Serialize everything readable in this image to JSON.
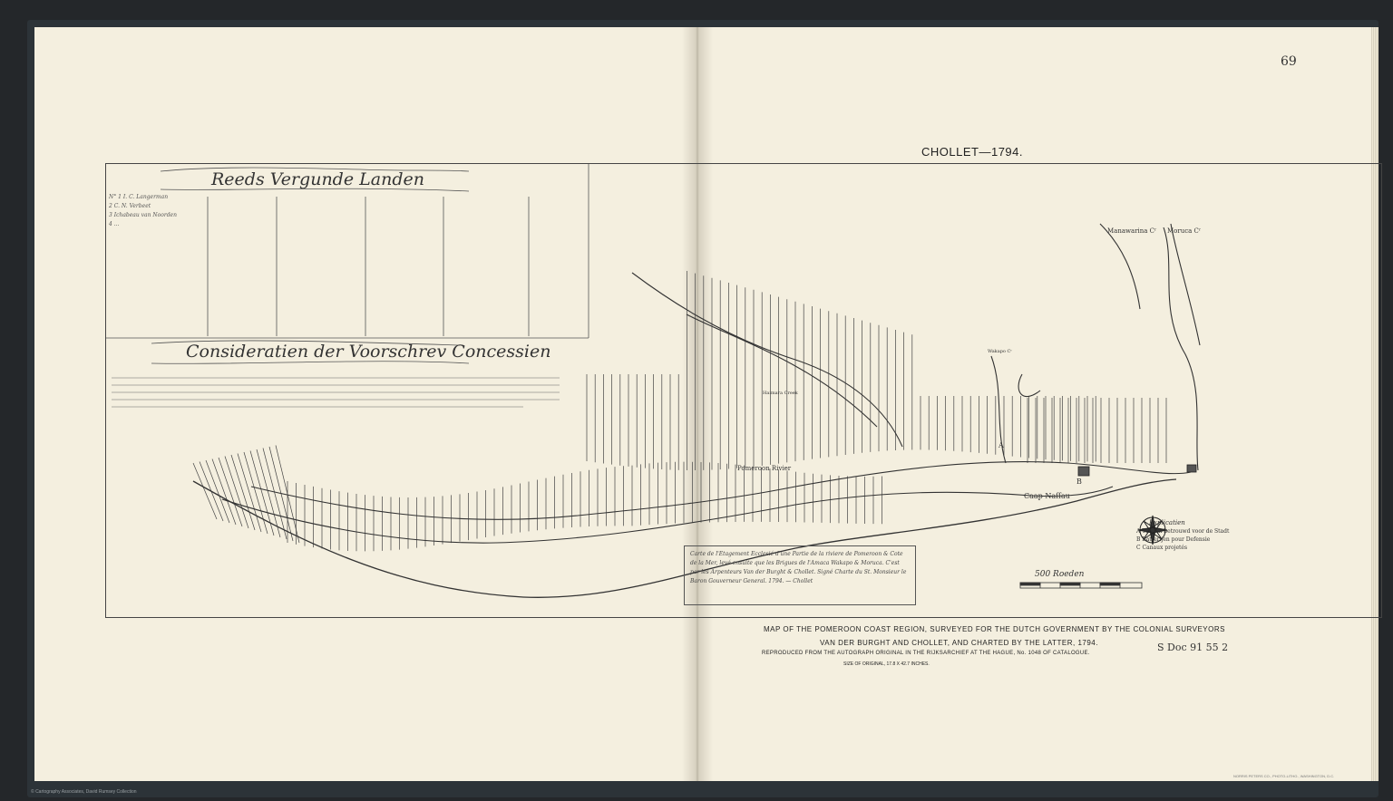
{
  "page_number": "69",
  "map_heading": "CHOLLET—1794.",
  "inscriptions": {
    "reeds_title": "Reeds Vergunde Landen",
    "consideration_title": "Consideratien der Voorschrev Concessien"
  },
  "map_labels": {
    "pomeroon_river": "Pomeroon Rivier",
    "caap_nassau": "Caap Naſſau",
    "manawarina": "Manawarina Cʳ",
    "moruca": "Moruca Cʳ",
    "wakapu": "Wakapo Cʳ",
    "haimara_creek": "Haimara Creek",
    "marker_a": "A",
    "marker_b": "B"
  },
  "legend": {
    "title": "Explicatien",
    "items": [
      "A  Terrein betrouwd voor de Stadt",
      "B  Batterijen pour Defensie",
      "C  Canaux projetés"
    ]
  },
  "scale_label": "500 Roeden",
  "cartouche_text": "Carte de l'Etagement Ecclesié d'une Partie de la riviere de Pomeroon & Cote de la Mer, levé ensuite que les Brigues de l'Amaca Wakapo & Moruca. C'est par les Arpenteurs Van der Burght & Chollet. Signé Charte du St. Monsieur le Baron Gouverneur General. 1794. — Chollet",
  "caption": {
    "line1": "MAP OF THE POMEROON COAST REGION, SURVEYED FOR THE DUTCH GOVERNMENT BY THE COLONIAL SURVEYORS",
    "line2": "VAN DER BURGHT AND CHOLLET, AND CHARTED BY THE LATTER, 1794.",
    "line3": "REPRODUCED FROM THE AUTOGRAPH ORIGINAL IN THE RIJKSARCHIEF AT THE HAGUE, No. 1048 OF CATALOGUE.",
    "line4": "SIZE OF ORIGINAL, 17.8 X 42.7 INCHES."
  },
  "doc_reference": "S Doc 91 55 2",
  "printer_mark": "NORRIS PETERS CO., PHOTO-LITHO., WASHINGTON, D.C.",
  "copyright": "© Cartography Associates, David Rumsey Collection",
  "colors": {
    "paper": "#f4efdf",
    "ink": "#3a3a3a",
    "binding": "#2c3338",
    "background": "#24272a"
  }
}
